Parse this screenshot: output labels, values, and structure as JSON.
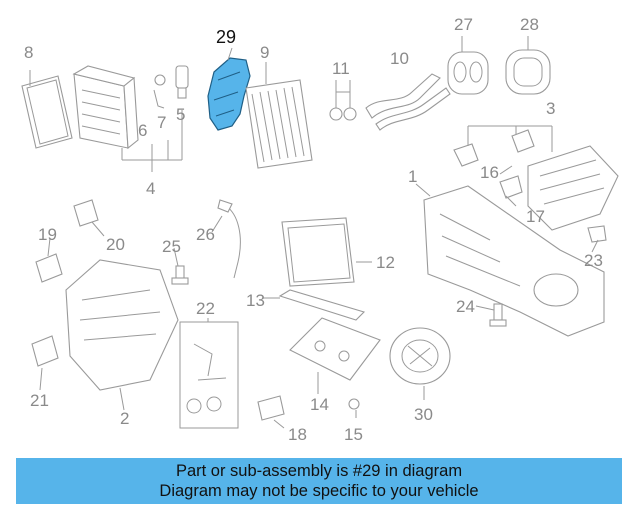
{
  "colors": {
    "highlight": "#56b4ea",
    "banner": "#56b4ea",
    "part_line": "#9a9a9a",
    "label": "#8a8a8a"
  },
  "highlighted_part": "29",
  "callouts": {
    "c1": "1",
    "c2": "2",
    "c3": "3",
    "c4": "4",
    "c5": "5",
    "c6": "6",
    "c7": "7",
    "c8": "8",
    "c9": "9",
    "c10": "10",
    "c11": "11",
    "c12": "12",
    "c13": "13",
    "c14": "14",
    "c15": "15",
    "c16": "16",
    "c17": "17",
    "c18": "18",
    "c19": "19",
    "c20": "20",
    "c21": "21",
    "c22": "22",
    "c23": "23",
    "c24": "24",
    "c25": "25",
    "c26": "26",
    "c27": "27",
    "c28": "28",
    "c29": "29",
    "c30": "30"
  },
  "banner": {
    "line1": "Part or sub-assembly is #29 in diagram",
    "line2": "Diagram may not be specific to your vehicle"
  }
}
